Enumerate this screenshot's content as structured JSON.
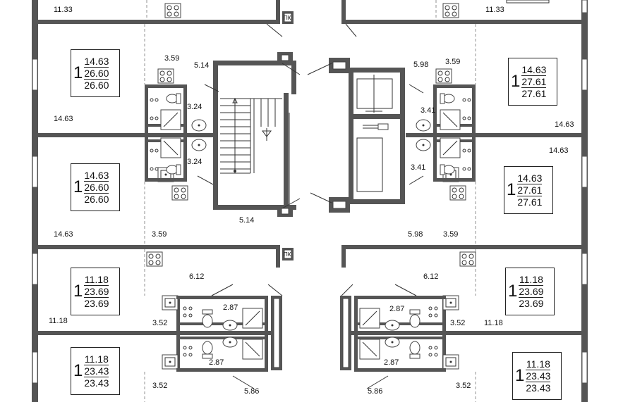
{
  "plan": {
    "dimensions": [
      {
        "id": "d01",
        "text": "11.33"
      },
      {
        "id": "d02",
        "text": "11.33"
      },
      {
        "id": "d03",
        "text": "3.59"
      },
      {
        "id": "d04",
        "text": "5.14"
      },
      {
        "id": "d05",
        "text": "3.24"
      },
      {
        "id": "d06",
        "text": "14.63"
      },
      {
        "id": "d07",
        "text": "3.24"
      },
      {
        "id": "d08",
        "text": "14.63"
      },
      {
        "id": "d09",
        "text": "3.59"
      },
      {
        "id": "d10",
        "text": "5.14"
      },
      {
        "id": "d11",
        "text": "5.98"
      },
      {
        "id": "d12",
        "text": "3.59"
      },
      {
        "id": "d13",
        "text": "3.41"
      },
      {
        "id": "d14",
        "text": "14.63"
      },
      {
        "id": "d15",
        "text": "14.63"
      },
      {
        "id": "d16",
        "text": "3.41"
      },
      {
        "id": "d17",
        "text": "5.98"
      },
      {
        "id": "d18",
        "text": "3.59"
      },
      {
        "id": "d19",
        "text": "6.12"
      },
      {
        "id": "d20",
        "text": "2.87"
      },
      {
        "id": "d21",
        "text": "11.18"
      },
      {
        "id": "d22",
        "text": "3.52"
      },
      {
        "id": "d23",
        "text": "2.87"
      },
      {
        "id": "d24",
        "text": "3.52"
      },
      {
        "id": "d25",
        "text": "5.86"
      },
      {
        "id": "d26",
        "text": "6.12"
      },
      {
        "id": "d27",
        "text": "2.87"
      },
      {
        "id": "d28",
        "text": "3.52"
      },
      {
        "id": "d29",
        "text": "11.18"
      },
      {
        "id": "d30",
        "text": "2.87"
      },
      {
        "id": "d31",
        "text": "5.86"
      },
      {
        "id": "d32",
        "text": "3.52"
      }
    ],
    "apartments": [
      {
        "rooms": "1",
        "living": "14.63",
        "usable": "26.60",
        "total": "26.60"
      },
      {
        "rooms": "1",
        "living": "14.63",
        "usable": "26.60",
        "total": "26.60"
      },
      {
        "rooms": "1",
        "living": "11.18",
        "usable": "23.69",
        "total": "23.69"
      },
      {
        "rooms": "1",
        "living": "11.18",
        "usable": "23.43",
        "total": "23.43"
      },
      {
        "rooms": "1",
        "living": "14.63",
        "usable": "27.61",
        "total": "27.61"
      },
      {
        "rooms": "1",
        "living": "14.63",
        "usable": "27.61",
        "total": "27.61"
      },
      {
        "rooms": "1",
        "living": "11.18",
        "usable": "23.69",
        "total": "23.69"
      },
      {
        "rooms": "1",
        "living": "11.18",
        "usable": "23.43",
        "total": "23.43"
      }
    ],
    "shaft_marks": [
      "ПК",
      "ПК"
    ]
  }
}
